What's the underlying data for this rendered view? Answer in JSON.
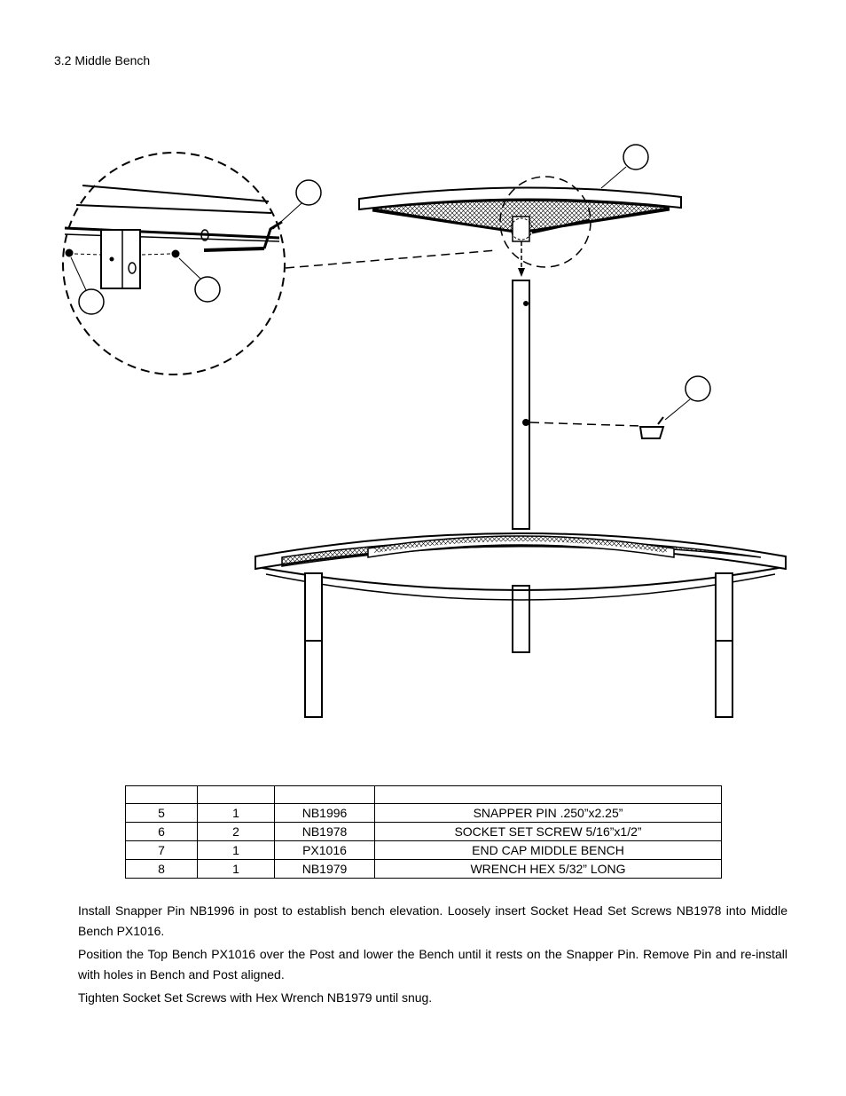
{
  "section": {
    "title": "3.2 Middle Bench"
  },
  "callouts": {
    "bubble_numbers": [
      "",
      "",
      "",
      ""
    ]
  },
  "parts_table": {
    "headers": [
      "",
      "",
      "",
      ""
    ],
    "rows": [
      [
        "5",
        "1",
        "NB1996",
        "SNAPPER PIN .250”x2.25”"
      ],
      [
        "6",
        "2",
        "NB1978",
        "SOCKET SET SCREW 5/16”x1/2”"
      ],
      [
        "7",
        "1",
        "PX1016",
        "END CAP MIDDLE BENCH"
      ],
      [
        "8",
        "1",
        "NB1979",
        "WRENCH HEX 5/32” LONG"
      ]
    ]
  },
  "instructions": [
    "Install Snapper Pin NB1996 in post to establish bench elevation.  Loosely insert Socket Head Set Screws NB1978 into Middle Bench PX1016.",
    "Position the Top Bench PX1016 over the Post and lower the Bench until it rests on the Snapper Pin.  Remove Pin and   re-install with holes in Bench and Post aligned.",
    "Tighten Socket Set Screws with Hex Wrench NB1979 until snug."
  ]
}
